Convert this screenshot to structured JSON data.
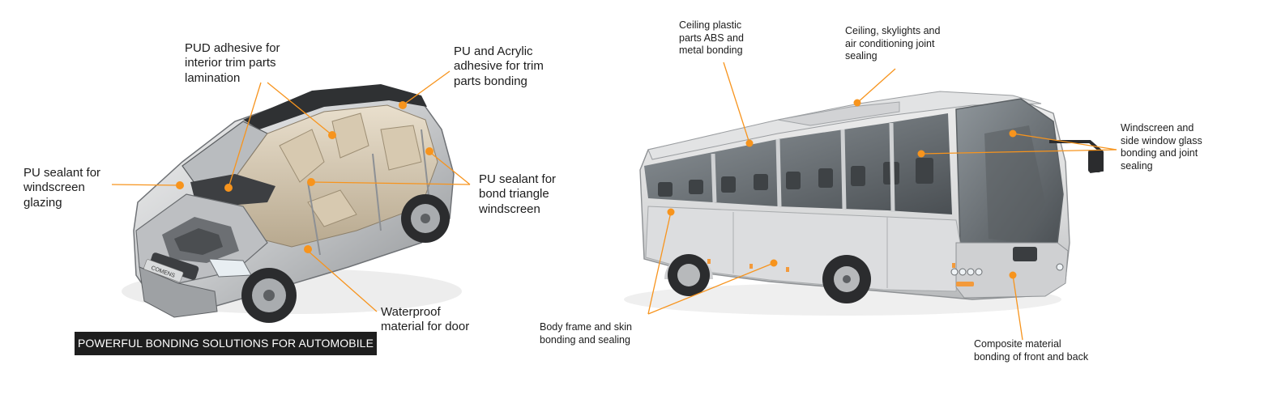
{
  "caption": "POWERFUL BONDING SOLUTIONS FOR AUTOMOBILE",
  "car_brand": "COMENS",
  "colors": {
    "accent": "#f7941d",
    "callout_line": "#f7941d",
    "caption_bg": "#1e1e1e",
    "caption_text": "#ffffff"
  },
  "car_labels": {
    "pud_adhesive": "PUD adhesive for\ninterior trim parts\nlamination",
    "pu_acrylic": "PU and Acrylic\nadhesive for trim\nparts bonding",
    "pu_sealant_windscreen": "PU sealant for\nwindscreen\nglazing",
    "pu_sealant_triangle": "PU sealant for\nbond triangle\nwindscreen",
    "waterproof": "Waterproof\nmaterial for door"
  },
  "bus_labels": {
    "ceiling_plastic": "Ceiling plastic\nparts ABS and\nmetal bonding",
    "ceiling_skylights": "Ceiling, skylights and\nair conditioning joint\nsealing",
    "windscreen_side": "Windscreen and\nside window glass\nbonding and joint\nsealing",
    "body_frame": "Body frame and skin\nbonding and sealing",
    "composite": "Composite material\nbonding of front and back"
  }
}
